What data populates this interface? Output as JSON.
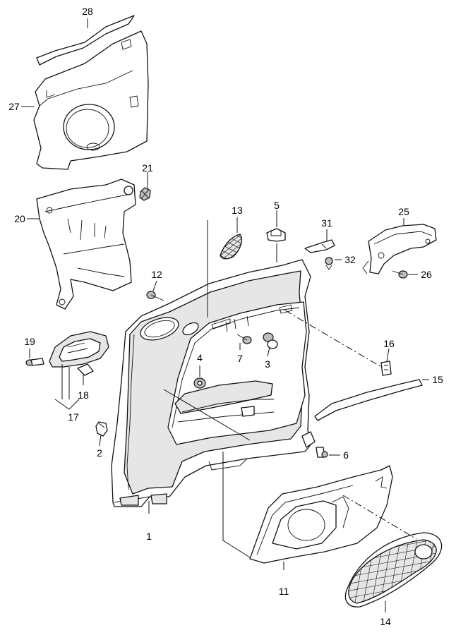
{
  "callouts": [
    "1",
    "2",
    "3",
    "4",
    "5",
    "6",
    "7",
    "11",
    "12",
    "13",
    "14",
    "15",
    "16",
    "17",
    "18",
    "19",
    "20",
    "21",
    "25",
    "26",
    "27",
    "28",
    "31",
    "32"
  ]
}
